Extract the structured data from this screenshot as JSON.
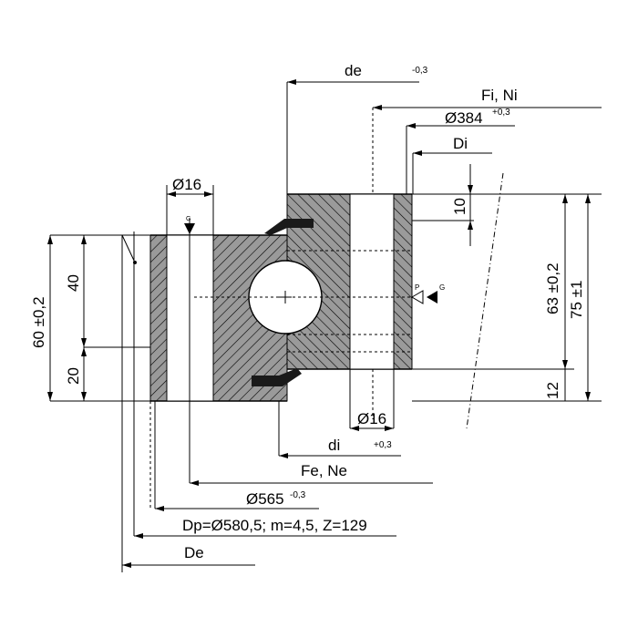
{
  "labels": {
    "de": "de",
    "de_tol": "-0,3",
    "fi_ni": "Fi, Ni",
    "d384": "Ø384",
    "d384_tol": "+0,3",
    "di_upper": "Di",
    "d16_top": "Ø16",
    "g_top": "G",
    "dim10": "10",
    "h60": "60 ±0,2",
    "h40": "40",
    "h20": "20",
    "h63": "63 ±0,2",
    "h75": "75 ±1",
    "h12": "12",
    "p_mark": "P",
    "g_right": "G",
    "d16_bottom": "Ø16",
    "di_lower": "di",
    "di_tol": "+0,3",
    "fe_ne": "Fe, Ne",
    "d565": "Ø565",
    "d565_tol": "-0,3",
    "dp": "Dp=Ø580,5; m=4,5, Z=129",
    "de_upper": "De"
  },
  "colors": {
    "section_fill": "#9a9a9a",
    "seal": "#1a1a1a",
    "line": "#000000"
  }
}
